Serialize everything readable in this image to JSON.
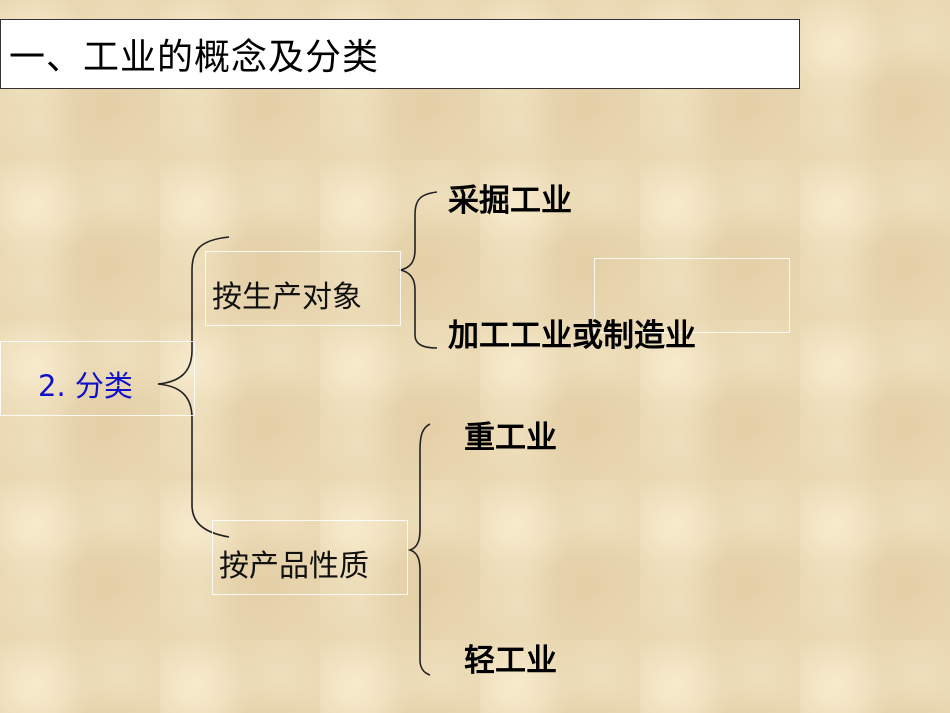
{
  "slide": {
    "title": "一、工业的概念及分类",
    "background_color": "#e9d8b2",
    "root": {
      "label": "2. 分类",
      "color": "#1010c8"
    },
    "branches": [
      {
        "label": "按生产对象",
        "children": [
          "采掘工业",
          "加工工业或制造业"
        ]
      },
      {
        "label": "按产品性质",
        "children": [
          "重工业",
          "轻工业"
        ]
      }
    ]
  }
}
